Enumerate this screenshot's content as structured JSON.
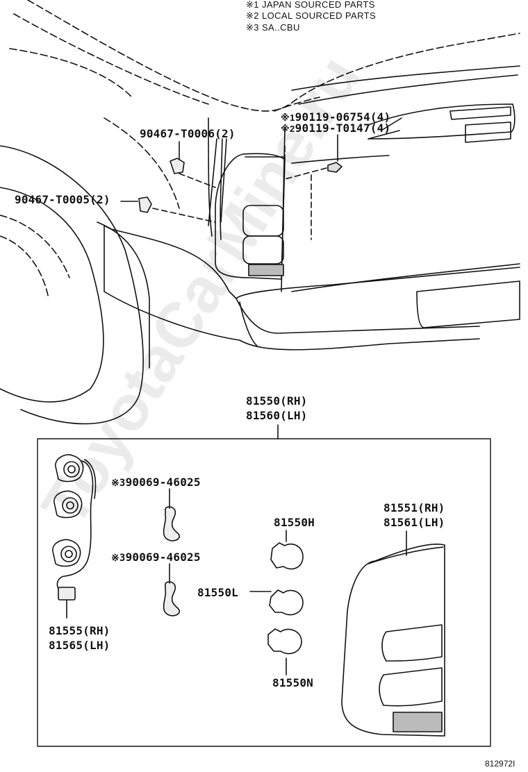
{
  "notes": [
    {
      "mark": "※1",
      "text": "JAPAN SOURCED PARTS"
    },
    {
      "mark": "※2",
      "text": "LOCAL SOURCED PARTS"
    },
    {
      "mark": "※3",
      "text": "SA..CBU"
    }
  ],
  "upper_parts": {
    "screw_japan": {
      "mark": "※1",
      "number": "90119-06754(4)"
    },
    "screw_local": {
      "mark": "※2",
      "number": "90119-T0147(4)"
    },
    "clip_upper": "90467-T0006(2)",
    "clip_lower": "90467-T0005(2)"
  },
  "assembly": {
    "rh": "81550(RH)",
    "lh": "81560(LH)"
  },
  "kit_parts": {
    "socket_rh": "81555(RH)",
    "socket_lh": "81565(LH)",
    "grommet_1": {
      "mark": "※3",
      "number": "90069-46025"
    },
    "grommet_2": {
      "mark": "※3",
      "number": "90069-46025"
    },
    "bulb_h": "81550H",
    "bulb_l": "81550L",
    "bulb_n": "81550N",
    "lens_rh": "81551(RH)",
    "lens_lh": "81561(LH)"
  },
  "figure_id": "812972I",
  "watermark": "ToyotaCarMine.ru",
  "colors": {
    "line": "#111111",
    "background": "#ffffff"
  }
}
